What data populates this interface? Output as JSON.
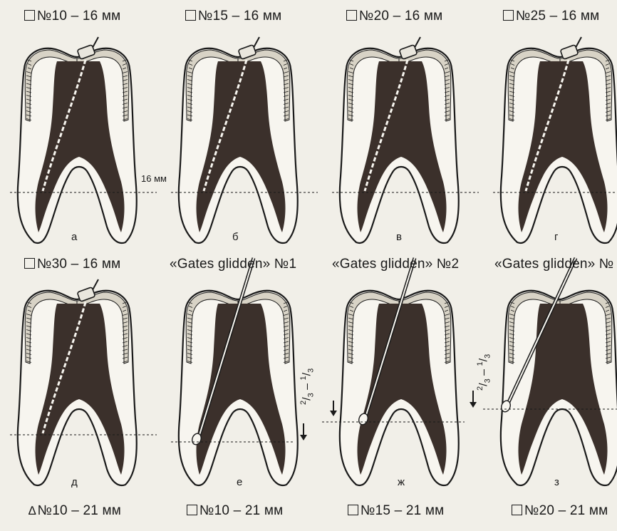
{
  "colors": {
    "pulp": "#3b302b",
    "ink": "#1a1a1a",
    "paper": "#f1efe8"
  },
  "depth_label": "16 мм",
  "fraction": {
    "a": "2",
    "b": "3",
    "minus": "–",
    "c": "1",
    "d": "3"
  },
  "panels": [
    {
      "icon": "box",
      "top_label": "№10 – 16 мм",
      "letter": "а",
      "tool": "file",
      "marker": "top"
    },
    {
      "icon": "box",
      "top_label": "№15 – 16 мм",
      "letter": "б",
      "tool": "file",
      "marker": "top"
    },
    {
      "icon": "box",
      "top_label": "№20 – 16 мм",
      "letter": "в",
      "tool": "file",
      "marker": "top"
    },
    {
      "icon": "box",
      "top_label": "№25 – 16 мм",
      "letter": "г",
      "tool": "file",
      "marker": "top"
    },
    {
      "icon": "box",
      "top_label": "№30 – 16 мм",
      "letter": "д",
      "tool": "file",
      "marker": "top",
      "bottom_icon": "triangle",
      "bottom_label": "№10 – 21 мм"
    },
    {
      "icon": "none",
      "top_label": "«Gates glidden» №1",
      "letter": "е",
      "tool": "gates",
      "bottom_icon": "box",
      "bottom_label": "№10 – 21 мм"
    },
    {
      "icon": "none",
      "top_label": "«Gates glidden» №2",
      "letter": "ж",
      "tool": "gates",
      "bottom_icon": "box",
      "bottom_label": "№15 – 21 мм"
    },
    {
      "icon": "none",
      "top_label": "«Gates glidden» №",
      "letter": "з",
      "tool": "gates",
      "bottom_icon": "box",
      "bottom_label": "№20 – 21 мм"
    }
  ]
}
